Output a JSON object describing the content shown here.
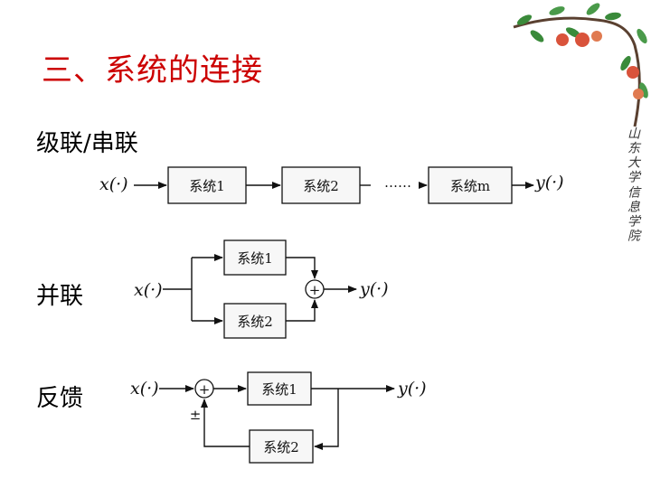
{
  "slide": {
    "title": "三、系统的连接"
  },
  "sections": {
    "cascade": {
      "label": "级联/串联"
    },
    "parallel": {
      "label": "并联"
    },
    "feedback": {
      "label": "反馈"
    }
  },
  "signals": {
    "input": "x(·)",
    "output": "y(·)"
  },
  "cascade_diagram": {
    "box1": "系统1",
    "box2": "系统2",
    "ellipsis": "……",
    "boxm": "系统m"
  },
  "parallel_diagram": {
    "box1": "系统1",
    "box2": "系统2",
    "adder": "+"
  },
  "feedback_diagram": {
    "box1": "系统1",
    "box2": "系统2",
    "adder": "+",
    "sign": "±"
  },
  "decoration": {
    "school_text_1": "山东大学",
    "school_text_2": "信息学院",
    "colors": {
      "leaf": "#3a8a3a",
      "fruit": "#d9533b",
      "branch": "#5a4030"
    }
  }
}
